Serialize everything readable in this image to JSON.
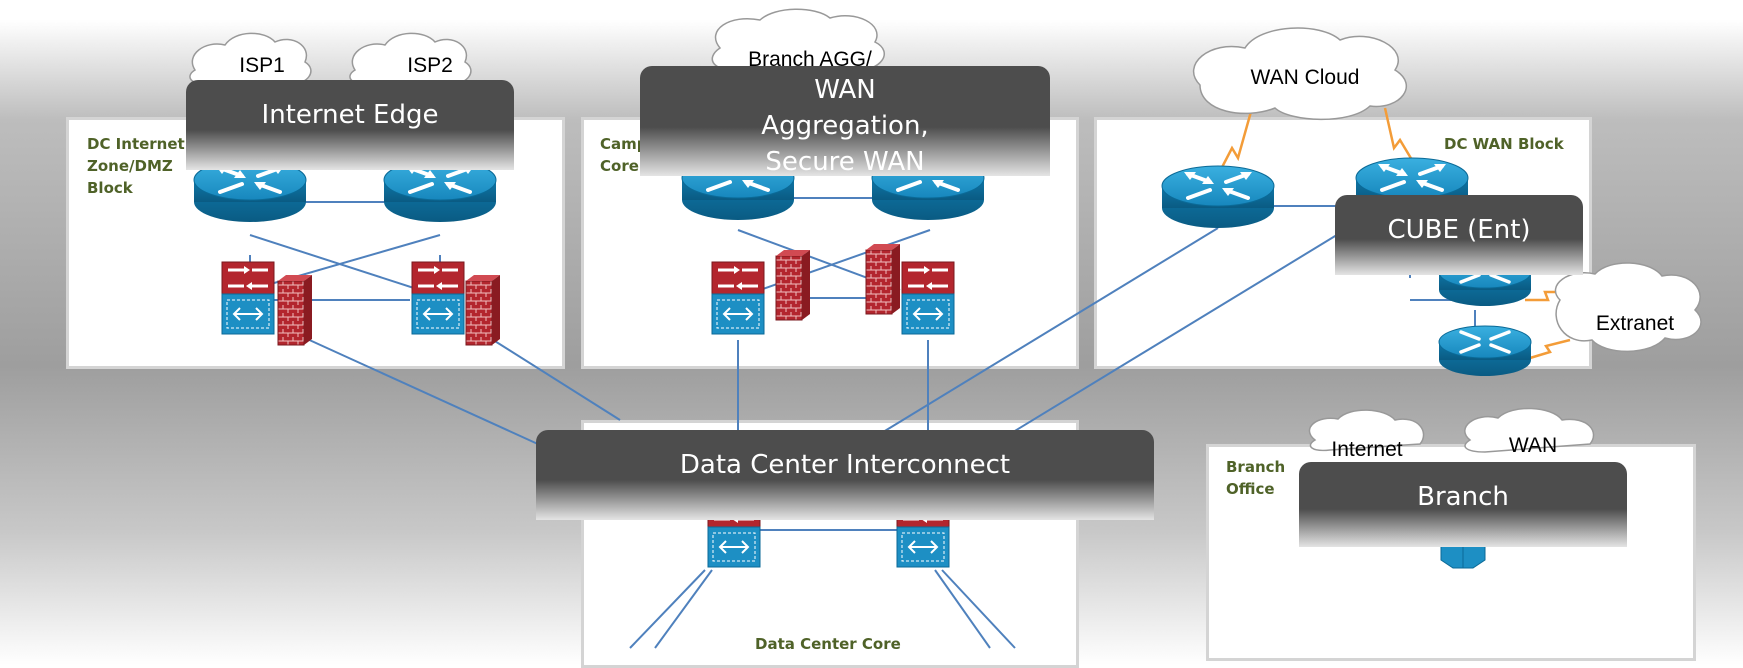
{
  "clouds": {
    "isp1": "ISP1",
    "isp2": "ISP2",
    "branch_agg": "Branch AGG/",
    "wan_cloud": "WAN Cloud",
    "extranet": "Extranet",
    "internet": "Internet",
    "wan": "WAN"
  },
  "banners": {
    "internet_edge": "Internet Edge",
    "wan_aggregation": "WAN Aggregation, Secure WAN",
    "cube": "CUBE (Ent)",
    "dci": "Data Center Interconnect",
    "branch": "Branch"
  },
  "blocks": {
    "dc_internet": "DC Internet\nZone/DMZ\nBlock",
    "campus_core": "Campus\nCore",
    "dc_wan": "DC WAN Block",
    "branch_office": "Branch\nOffice",
    "dc_core": "Data Center Core"
  },
  "colors": {
    "router_blue": "#1d8fc4",
    "router_dark": "#0b6a97",
    "firewall_red": "#b3262e",
    "link_blue": "#4f81bd",
    "link_orange": "#f39c38",
    "label_green": "#4f6228",
    "banner_gray": "#4d4d4d"
  }
}
